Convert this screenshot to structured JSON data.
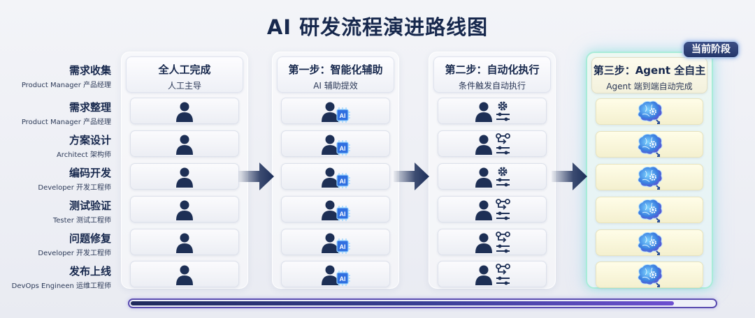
{
  "title": "AI 研发流程演进路线图",
  "badge": "当前阶段",
  "rows": [
    {
      "zh": "需求收集",
      "en": "Product Manager 产品经理"
    },
    {
      "zh": "需求整理",
      "en": "Product Manager 产品经理"
    },
    {
      "zh": "方案设计",
      "en": "Architect 架构师"
    },
    {
      "zh": "编码开发",
      "en": "Developer 开发工程师"
    },
    {
      "zh": "测试验证",
      "en": "Tester 测试工程师"
    },
    {
      "zh": "问题修复",
      "en": "Developer 开发工程师"
    },
    {
      "zh": "发布上线",
      "en": "DevOps Engineen 运维工程师"
    }
  ],
  "columns": [
    {
      "title": "全人工完成",
      "subtitle": "人工主导",
      "icon": "person-icon",
      "icons": [
        "person-icon",
        "person-icon",
        "person-icon",
        "person-icon",
        "person-icon",
        "person-icon"
      ]
    },
    {
      "title": "第一步：智能化辅助",
      "subtitle": "AI 辅助提效",
      "icon": "person-ai-chip-icon",
      "icons": [
        "person-ai-chip-icon",
        "person-ai-chip-icon",
        "person-ai-chip-icon",
        "person-ai-chip-icon",
        "person-ai-chip-icon",
        "person-ai-chip-icon"
      ]
    },
    {
      "title": "第二步：自动化执行",
      "subtitle": "条件触发自动执行",
      "icon": "person-automation-icon",
      "icons": [
        "person-gear-sliders-icon",
        "person-workflow-sliders-icon",
        "person-gear-sliders-icon",
        "person-workflow-sliders-icon",
        "person-workflow-sliders-icon",
        "person-workflow-sliders-icon"
      ]
    },
    {
      "title": "第三步：Agent 全自主",
      "subtitle": "Agent 端到端自动完成",
      "icon": "ai-brain-icon",
      "icons": [
        "ai-brain-icon",
        "ai-brain-icon",
        "ai-brain-icon",
        "ai-brain-icon",
        "ai-brain-icon",
        "ai-brain-icon"
      ]
    }
  ],
  "chip_text": "AI",
  "current_stage_index": 3,
  "progress_fraction": 0.93,
  "colors": {
    "navy": "#17284d",
    "icon": "#1d2f55",
    "chip": "#2f6fe0",
    "glow": "#a8ecd8",
    "progress": "#5b4db0"
  }
}
